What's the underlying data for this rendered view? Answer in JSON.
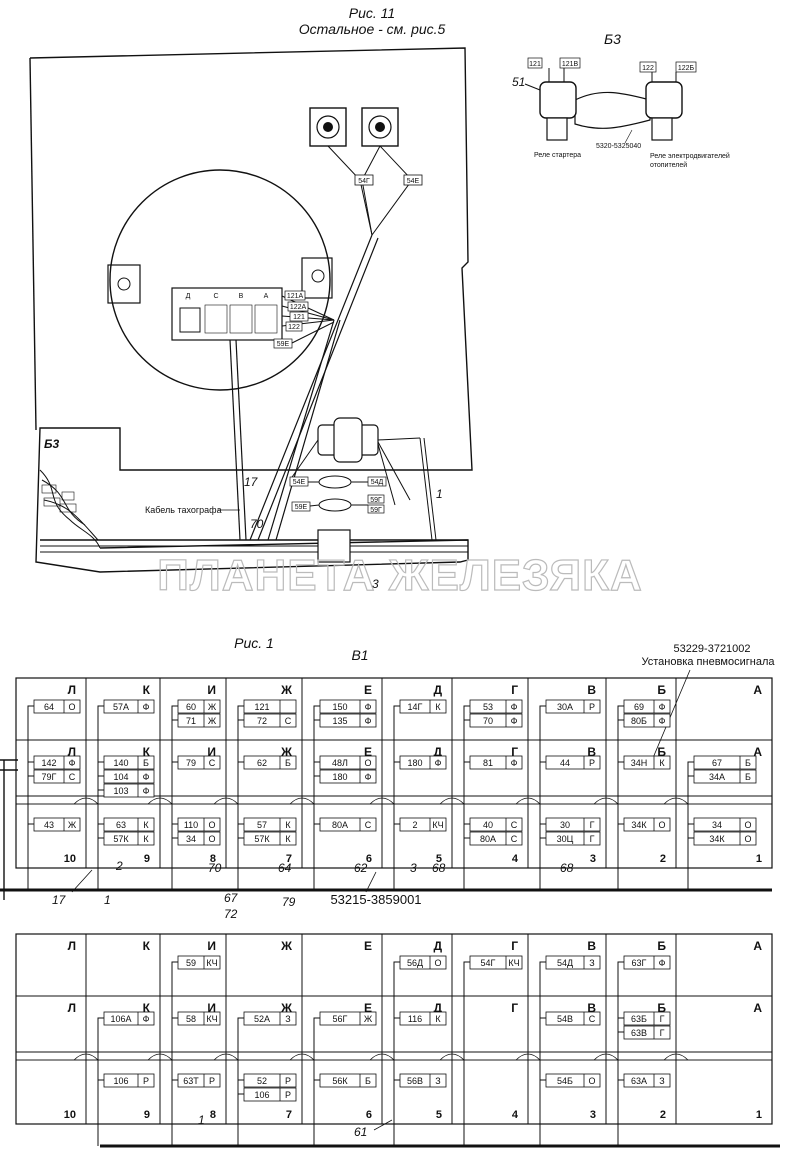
{
  "top": {
    "caption": "Рис. 11",
    "caption_sub": "Остальное - см. рис.5",
    "b3_left": "Б3",
    "tacho_label": "Кабель тахографа",
    "callouts": [
      "17",
      "70",
      "1",
      "3"
    ],
    "dash_wires": [
      "121А",
      "122А",
      "121",
      "122",
      "59Е"
    ],
    "lamp_wires": [
      "54Г",
      "54Е"
    ],
    "mid_wires": [
      "54Е",
      "54Д",
      "59Г",
      "59Е",
      "59Г"
    ],
    "connector_pins": [
      "Д",
      "С",
      "В",
      "А"
    ],
    "watermark": "ПЛАНЕТА ЖЕЛЕЗЯКА"
  },
  "relay": {
    "title": "Б3",
    "pos": "51",
    "left_wires": [
      "121",
      "121В"
    ],
    "right_wires": [
      "122",
      "122Б"
    ],
    "starter": "Реле стартера",
    "part": "5320-5325040",
    "heater_1": "Реле электродвигателей",
    "heater_2": "отопителей"
  },
  "fig1": {
    "caption": "Рис. 1",
    "title": "В1",
    "part_top": "53229-3721002",
    "part_top_desc": "Установка пневмосигнала",
    "part_bottom": "53215-3859001",
    "columns": [
      "Л",
      "К",
      "И",
      "Ж",
      "Е",
      "Д",
      "Г",
      "В",
      "Б",
      "А"
    ],
    "numbers": [
      "10",
      "9",
      "8",
      "7",
      "6",
      "5",
      "4",
      "3",
      "2",
      "1"
    ],
    "callouts_low": [
      "17",
      "1",
      "70",
      "67",
      "72",
      "64",
      "79",
      "62",
      "3",
      "68",
      "68",
      "2"
    ],
    "row1": [
      {
        "col": 0,
        "tags": [
          [
            "64",
            "О"
          ]
        ]
      },
      {
        "col": 1,
        "tags": [
          [
            "57А",
            "Ф"
          ]
        ]
      },
      {
        "col": 2,
        "tags": [
          [
            "60",
            "Ж"
          ],
          [
            "71",
            "Ж"
          ]
        ]
      },
      {
        "col": 3,
        "tags": [
          [
            "121",
            ""
          ],
          [
            "72",
            "С"
          ]
        ]
      },
      {
        "col": 4,
        "tags": [
          [
            "150",
            "Ф"
          ],
          [
            "135",
            "Ф"
          ]
        ]
      },
      {
        "col": 5,
        "tags": [
          [
            "14Г",
            "К"
          ]
        ]
      },
      {
        "col": 6,
        "tags": [
          [
            "53",
            "Ф"
          ],
          [
            "70",
            "Ф"
          ]
        ]
      },
      {
        "col": 7,
        "tags": [
          [
            "30А",
            "Р"
          ]
        ]
      },
      {
        "col": 8,
        "tags": [
          [
            "69",
            "Ф"
          ],
          [
            "80Б",
            "Ф"
          ]
        ]
      }
    ],
    "row2": [
      {
        "col": 0,
        "tags": [
          [
            "142",
            "Ф"
          ],
          [
            "79Г",
            "С"
          ]
        ]
      },
      {
        "col": 1,
        "tags": [
          [
            "140",
            "Б"
          ],
          [
            "104",
            "Ф"
          ],
          [
            "103",
            "Ф"
          ]
        ]
      },
      {
        "col": 2,
        "tags": [
          [
            "79",
            "С"
          ]
        ]
      },
      {
        "col": 3,
        "tags": [
          [
            "62",
            "Б"
          ]
        ]
      },
      {
        "col": 4,
        "tags": [
          [
            "48Л",
            "О"
          ],
          [
            "180",
            "Ф"
          ]
        ]
      },
      {
        "col": 5,
        "tags": [
          [
            "180",
            "Ф"
          ]
        ]
      },
      {
        "col": 6,
        "tags": [
          [
            "81",
            "Ф"
          ]
        ]
      },
      {
        "col": 7,
        "tags": [
          [
            "44",
            "Р"
          ]
        ]
      },
      {
        "col": 8,
        "tags": [
          [
            "34Н",
            "К"
          ]
        ]
      },
      {
        "col": 9,
        "tags": [
          [
            "67",
            "Б"
          ],
          [
            "34А",
            "Б"
          ]
        ]
      }
    ],
    "row3": [
      {
        "col": 0,
        "tags": [
          [
            "43",
            "Ж"
          ]
        ]
      },
      {
        "col": 1,
        "tags": [
          [
            "63",
            "К"
          ],
          [
            "57К",
            "К"
          ]
        ]
      },
      {
        "col": 2,
        "tags": [
          [
            "110",
            "О"
          ],
          [
            "34",
            "О"
          ]
        ]
      },
      {
        "col": 3,
        "tags": [
          [
            "57",
            "К"
          ],
          [
            "57К",
            "К"
          ]
        ]
      },
      {
        "col": 4,
        "tags": [
          [
            "80А",
            "С"
          ]
        ]
      },
      {
        "col": 5,
        "tags": [
          [
            "2",
            "КЧ"
          ]
        ]
      },
      {
        "col": 6,
        "tags": [
          [
            "40",
            "С"
          ],
          [
            "80А",
            "С"
          ]
        ]
      },
      {
        "col": 7,
        "tags": [
          [
            "30",
            "Г"
          ],
          [
            "30Ц",
            "Г"
          ]
        ]
      },
      {
        "col": 8,
        "tags": [
          [
            "34К",
            "О"
          ]
        ]
      },
      {
        "col": 9,
        "tags": [
          [
            "34",
            "О"
          ],
          [
            "34К",
            "О"
          ]
        ]
      }
    ]
  },
  "fig2": {
    "callouts_low": [
      "1",
      "61"
    ],
    "row1": [
      {
        "col": 2,
        "tags": [
          [
            "59",
            "КЧ"
          ]
        ]
      },
      {
        "col": 5,
        "tags": [
          [
            "56Д",
            "О"
          ]
        ]
      },
      {
        "col": 6,
        "tags": [
          [
            "54Г",
            "КЧ"
          ]
        ]
      },
      {
        "col": 7,
        "tags": [
          [
            "54Д",
            "З"
          ]
        ]
      },
      {
        "col": 8,
        "tags": [
          [
            "63Г",
            "Ф"
          ]
        ]
      }
    ],
    "row2": [
      {
        "col": 1,
        "tags": [
          [
            "106А",
            "Ф"
          ]
        ]
      },
      {
        "col": 2,
        "tags": [
          [
            "58",
            "КЧ"
          ]
        ]
      },
      {
        "col": 3,
        "tags": [
          [
            "52А",
            "З"
          ]
        ]
      },
      {
        "col": 4,
        "tags": [
          [
            "56Г",
            "Ж"
          ]
        ]
      },
      {
        "col": 5,
        "tags": [
          [
            "116",
            "К"
          ]
        ]
      },
      {
        "col": 7,
        "tags": [
          [
            "54В",
            "С"
          ]
        ]
      },
      {
        "col": 8,
        "tags": [
          [
            "63Б",
            "Г"
          ],
          [
            "63В",
            "Г"
          ]
        ]
      }
    ],
    "row3": [
      {
        "col": 1,
        "tags": [
          [
            "106",
            "Р"
          ]
        ]
      },
      {
        "col": 2,
        "tags": [
          [
            "63Т",
            "Р"
          ]
        ]
      },
      {
        "col": 3,
        "tags": [
          [
            "52",
            "Р"
          ],
          [
            "106",
            "Р"
          ]
        ]
      },
      {
        "col": 4,
        "tags": [
          [
            "56К",
            "Б"
          ]
        ]
      },
      {
        "col": 5,
        "tags": [
          [
            "56В",
            "З"
          ]
        ]
      },
      {
        "col": 7,
        "tags": [
          [
            "54Б",
            "О"
          ]
        ]
      },
      {
        "col": 8,
        "tags": [
          [
            "63А",
            "З"
          ]
        ]
      }
    ]
  }
}
